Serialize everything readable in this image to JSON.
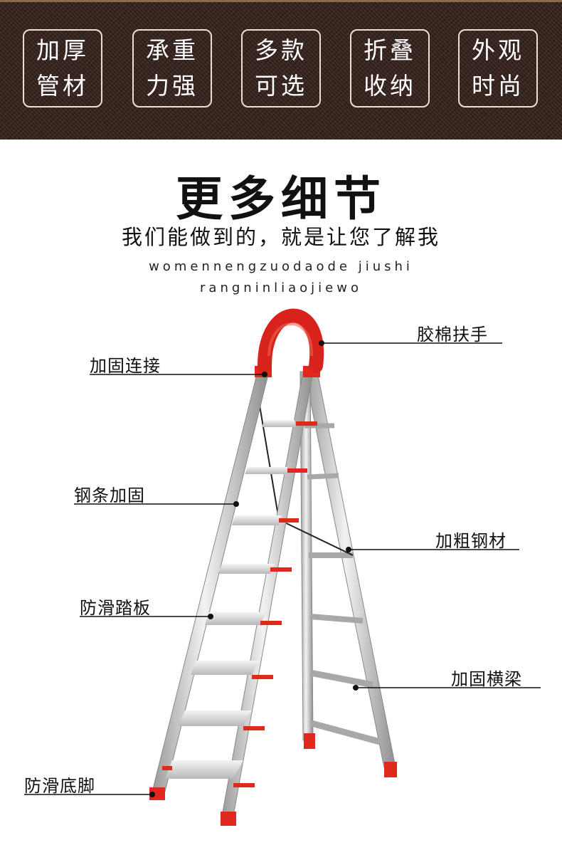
{
  "features": [
    {
      "line1": "加厚",
      "line2": "管材"
    },
    {
      "line1": "承重",
      "line2": "力强"
    },
    {
      "line1": "多款",
      "line2": "可选"
    },
    {
      "line1": "折叠",
      "line2": "收纳"
    },
    {
      "line1": "外观",
      "line2": "时尚"
    }
  ],
  "section": {
    "title": "更多细节",
    "subtitle": "我们能做到的，就是让您了解我",
    "pinyin_line1": "womennengzuodaode jiushi",
    "pinyin_line2": "rangninliaojiewo"
  },
  "callouts": {
    "handrail": "胶棉扶手",
    "reinforced_joint": "加固连接",
    "steel_bar": "钢条加固",
    "thick_steel": "加粗钢材",
    "anti_slip_step": "防滑踏板",
    "reinforced_beam": "加固横梁",
    "anti_slip_foot": "防滑底脚"
  },
  "colors": {
    "banner_bg": "#3a2620",
    "accent_red": "#e0281e",
    "steel": "#c8c8c8"
  }
}
